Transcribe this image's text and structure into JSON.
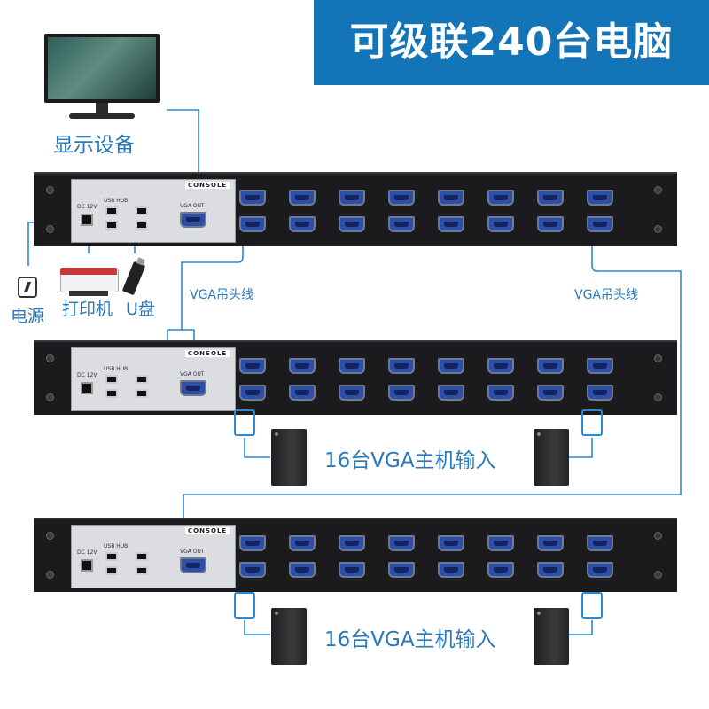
{
  "title": "可级联240台电脑",
  "labels": {
    "display": "显示设备",
    "power": "电源",
    "printer": "打印机",
    "usb_disk": "U盘",
    "vga_cable_left": "VGA吊头线",
    "vga_cable_right": "VGA吊头线",
    "hosts_input_1": "16台VGA主机输入",
    "hosts_input_2": "16台VGA主机输入"
  },
  "kvm": {
    "console_label": "CONSOLE",
    "vga_out_label": "VGA OUT",
    "usb_hub_label": "USB HUB",
    "dc_label": "DC 12V"
  },
  "colors": {
    "title_bg": "#1474b8",
    "line": "#2a8ad4",
    "label_text": "#2a78b8",
    "chassis": "#1b1b1d",
    "vga_port": "#2d4fa8"
  }
}
